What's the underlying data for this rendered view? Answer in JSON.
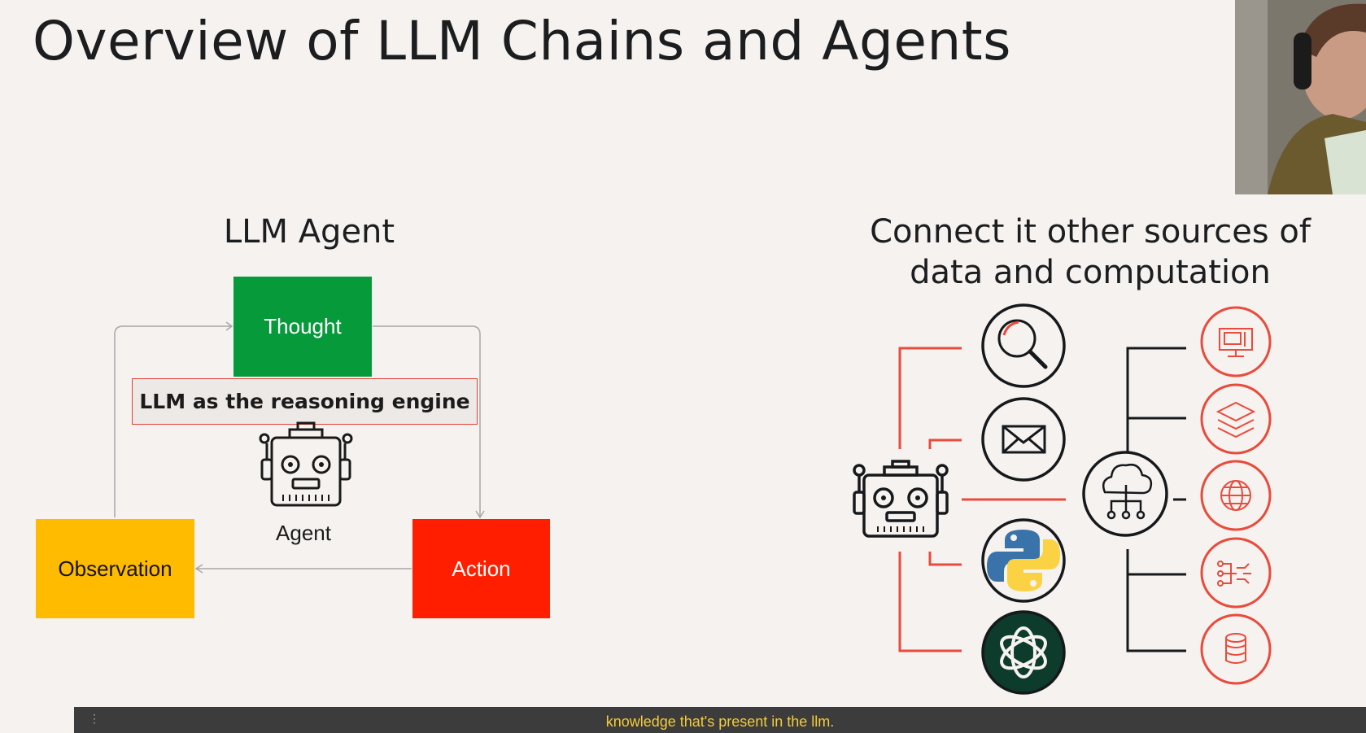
{
  "slide": {
    "title": "Overview of LLM Chains and Agents",
    "left_heading": "LLM Agent",
    "right_heading_line1": "Connect it other sources of",
    "right_heading_line2": "data and computation"
  },
  "agent_loop": {
    "thought": "Thought",
    "action": "Action",
    "observation": "Observation",
    "reasoning": "LLM as the reasoning engine",
    "agent": "Agent"
  },
  "colors": {
    "thought": "#069a3a",
    "action": "#ff1f00",
    "observation": "#ffbb00",
    "accent_red": "#e94b3c",
    "dark": "#16191b",
    "openai_bg": "#0d3b2c"
  },
  "tool_icons": [
    "search-icon",
    "mail-icon",
    "python-icon",
    "openai-icon"
  ],
  "service_icons": [
    "code-monitor-icon",
    "layers-icon",
    "globe-icon",
    "workflow-icon",
    "database-icon"
  ],
  "caption": {
    "text": "knowledge that's present in the llm."
  }
}
